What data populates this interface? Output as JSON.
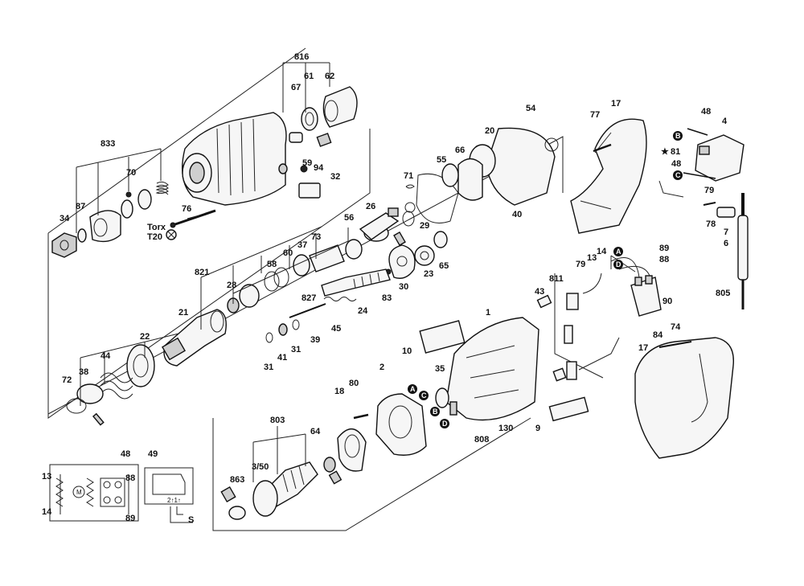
{
  "callouts": {
    "c816": "816",
    "c67": "67",
    "c61": "61",
    "c62": "62",
    "c833": "833",
    "c70": "70",
    "c34": "34",
    "c87": "87",
    "c59": "59",
    "c94": "94",
    "c32": "32",
    "c76": "76",
    "torx": "Torx",
    "t20": "T20",
    "c71": "71",
    "c55": "55",
    "c66": "66",
    "c20": "20",
    "c54": "54",
    "c77": "77",
    "c17a": "17",
    "c48a": "48",
    "c4": "4",
    "c81": "81",
    "c48b": "48",
    "c79b": "79",
    "c78": "78",
    "c7": "7",
    "c6": "6",
    "c805": "805",
    "c40": "40",
    "c26": "26",
    "c56": "56",
    "c73": "73",
    "c37": "37",
    "c60": "60",
    "c58": "58",
    "c821": "821",
    "c28": "28",
    "c29": "29",
    "c23": "23",
    "c65": "65",
    "c30": "30",
    "c83": "83",
    "c24": "24",
    "c827": "827",
    "c21": "21",
    "c45": "45",
    "c39": "39",
    "c22": "22",
    "c44": "44",
    "c38": "38",
    "c72": "72",
    "c31a": "31",
    "c41": "41",
    "c31b": "31",
    "c43": "43",
    "c811": "811",
    "c13a": "13",
    "c14a": "14",
    "c79": "79",
    "c89a": "89",
    "c88a": "88",
    "c90": "90",
    "c84": "84",
    "c74": "74",
    "c17b": "17",
    "c1": "1",
    "c10": "10",
    "c2": "2",
    "c80": "80",
    "c18": "18",
    "c35": "35",
    "c9": "9",
    "c130": "130",
    "c808": "808",
    "c803": "803",
    "c64": "64",
    "c863": "863",
    "c350": "3/50",
    "c48c": "48",
    "c49": "49",
    "c13b": "13",
    "c14b": "14",
    "c88b": "88",
    "c89b": "89",
    "motor": "M",
    "switchcode": "2↑1↑",
    "spring_s": "S"
  },
  "badges": {
    "A": "A",
    "B": "B",
    "C": "C",
    "D": "D"
  },
  "star": "★"
}
